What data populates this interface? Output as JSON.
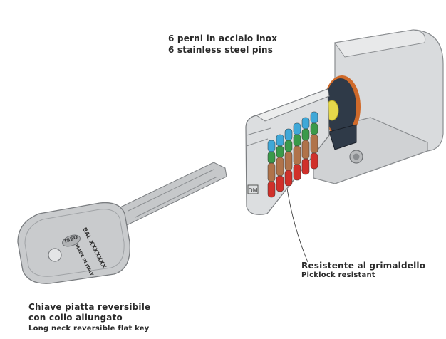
{
  "labels": {
    "pins": {
      "it": "6 perni in acciaio inox",
      "en": "6 stainless steel pins"
    },
    "picklock": {
      "it": "Resistente al grimaldello",
      "en": "Picklock resistant"
    },
    "key": {
      "it_line1": "Chiave piatta reversibile",
      "it_line2": "con collo allungato",
      "en": "Long neck reversible flat key"
    }
  },
  "key_engraving": {
    "code": "BAL XXXXXXX",
    "origin": "MADE IN ITALY",
    "brand": "ISEO"
  },
  "cylinder_mark": "DM",
  "colors": {
    "body": "#d4d6d8",
    "pin_top": "#3fa8d8",
    "pin_mid": "#3a9a4a",
    "spring": "#b0734a",
    "pin_bottom": "#d0302a",
    "cam_ring": "#d06a2a",
    "cam": "#2f3a48",
    "cam_gear": "#e6d84a"
  },
  "pin_count": 6
}
